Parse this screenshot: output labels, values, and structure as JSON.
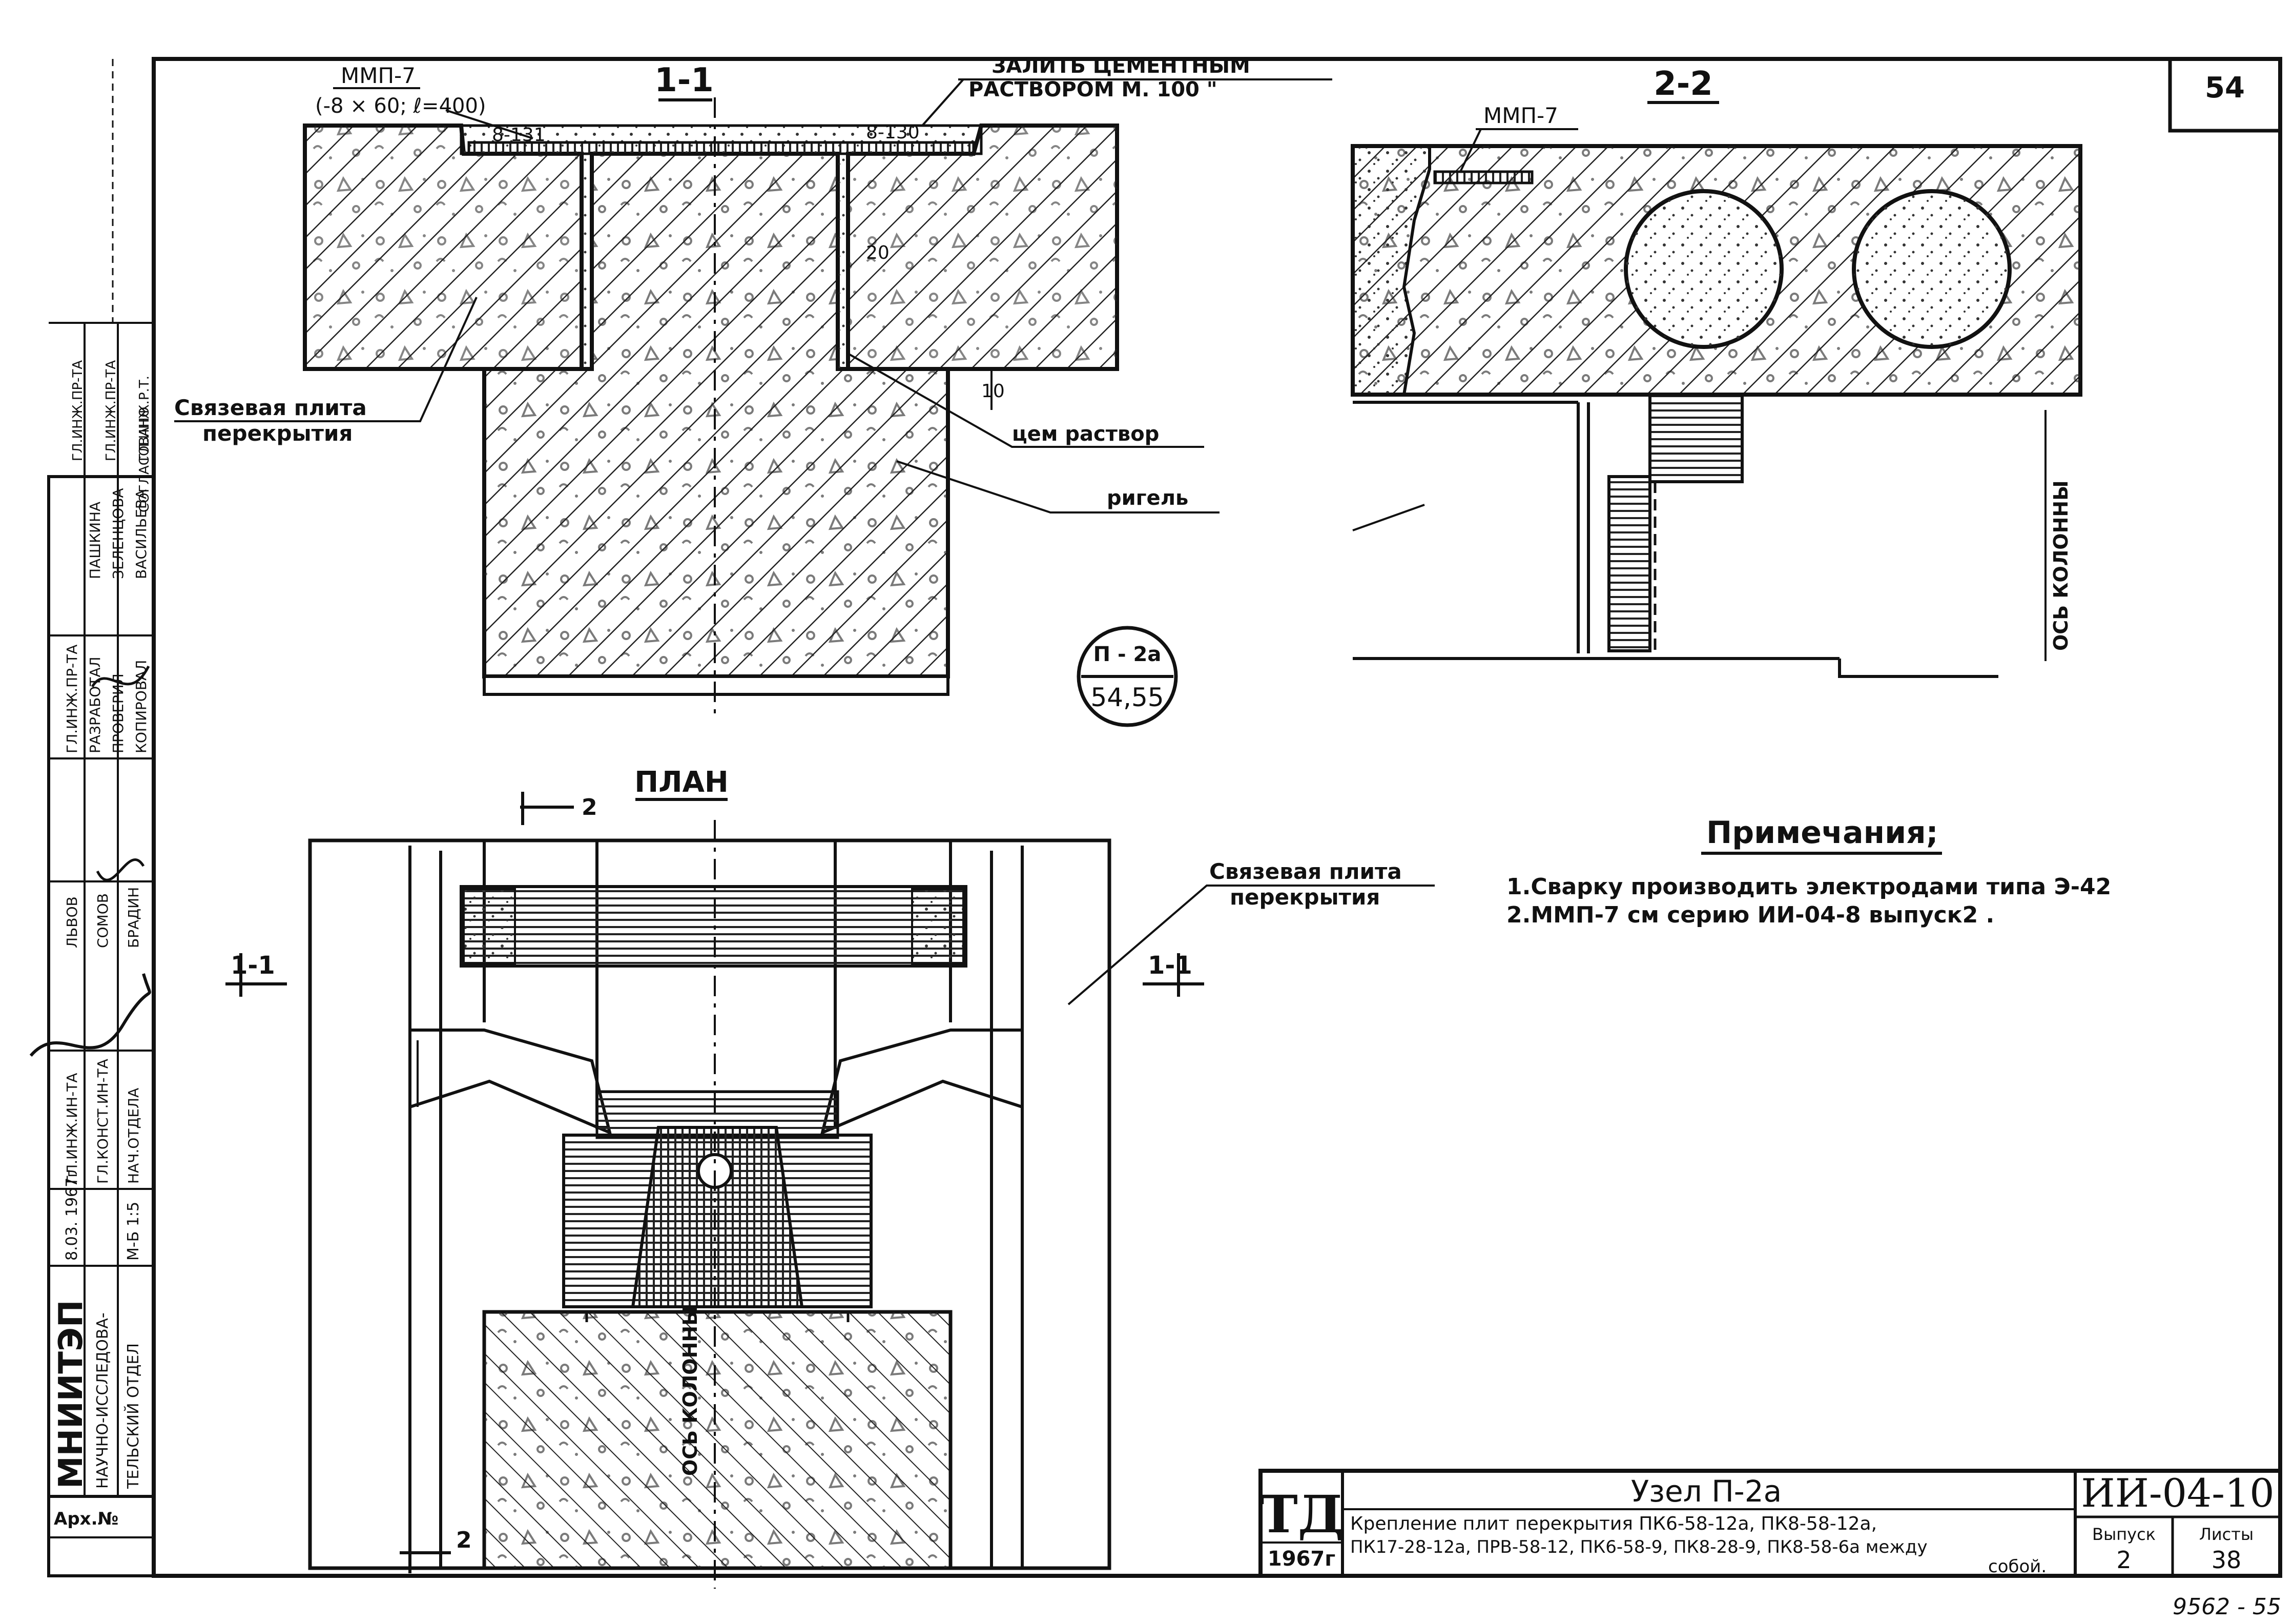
{
  "sheet": {
    "page_number": "54",
    "bottom_mark": "9562 - 55"
  },
  "section_1_1": {
    "title": "1-1",
    "label_plate": "ММП-7",
    "label_plate_dims": "(-8 × 60; ℓ=400)",
    "label_grout_line1": "ЗАЛИТЬ ЦЕМЕНТНЫМ",
    "label_grout_line2": "РАСТВОРОМ  М. 100 \"",
    "weld_left": "8-131",
    "weld_right": "8-130",
    "dim_20": "20",
    "dim_10": "10",
    "label_slab_line1": "Связевая плита",
    "label_slab_line2": "перекрытия",
    "label_mortar": "цем раствор",
    "label_girder": "ригель"
  },
  "section_2_2": {
    "title": "2-2",
    "label_plate": "ММП-7",
    "label_axis": "ОСЬ КОЛОННЫ"
  },
  "callout": {
    "top": "П - 2а",
    "bottom": "54,55"
  },
  "plan": {
    "title": "ПЛАН",
    "mark_left": "1-1",
    "mark_right": "1-1",
    "mark_2_top": "2",
    "mark_2_bottom": "2",
    "label_slab_line1": "Связевая плита",
    "label_slab_line2": "перекрытия",
    "label_axis": "ОСЬ КОЛОННЫ"
  },
  "notes": {
    "title": "Примечания;",
    "line1": "1.Сварку производить электродами типа Э-42",
    "line2": "2.ММП-7 см серию   ИИ-04-8 выпуск2 ."
  },
  "side_stamp": {
    "org_line1": "МНИИТЭП",
    "org_line2": "НАУЧНО-ИССЛЕДОВА-",
    "org_line3": "ТЕЛЬСКИЙ ОТДЕЛ",
    "date": "8.03. 1967г",
    "scale": "М-Б 1:5",
    "role1": "ГЛ.ИНЖ.ИН-ТА",
    "role2": "ГЛ.КОНСТ.ИН-ТА",
    "role3": "НАЧ.ОТДЕЛА",
    "role4": "ГЛ.ИНЖ.ПР-ТА",
    "role5": "РАЗРАБОТАЛ",
    "role6": "ПРОВЕРИЛ",
    "role7": "КОПИРОВАЛ",
    "name1": "ЛЬВОВ",
    "name2": "СОМОВ",
    "name3": "БРАДИН",
    "name4": "ПАШКИНА",
    "name5": "ЗЕЛЕНЦОВА",
    "name6": "ВАСИЛЬЕВА",
    "approved": "СОГЛАСОВАНО",
    "side_role1": "ГЛ.ИНЖ.ПР-ТА",
    "side_role2": "ГЛ.ИНЖ.ПР-ТА",
    "side_role3": "ГЛ.ИНЖ.Р.Т.",
    "archive": "Арх.№"
  },
  "title_block": {
    "logo": "ТД",
    "year": "1967г",
    "title": "Узел П-2а",
    "desc_line1": "Крепление плит перекрытия ПК6-58-12а, ПК8-58-12а,",
    "desc_line2": "ПК17-28-12а, ПРВ-58-12, ПК6-58-9, ПК8-28-9, ПК8-58-6а между",
    "desc_line3": "собой.",
    "code": "ИИ-04-10",
    "issue_label": "Выпуск",
    "issue_value": "2",
    "sheet_label": "Листы",
    "sheet_value": "38"
  }
}
